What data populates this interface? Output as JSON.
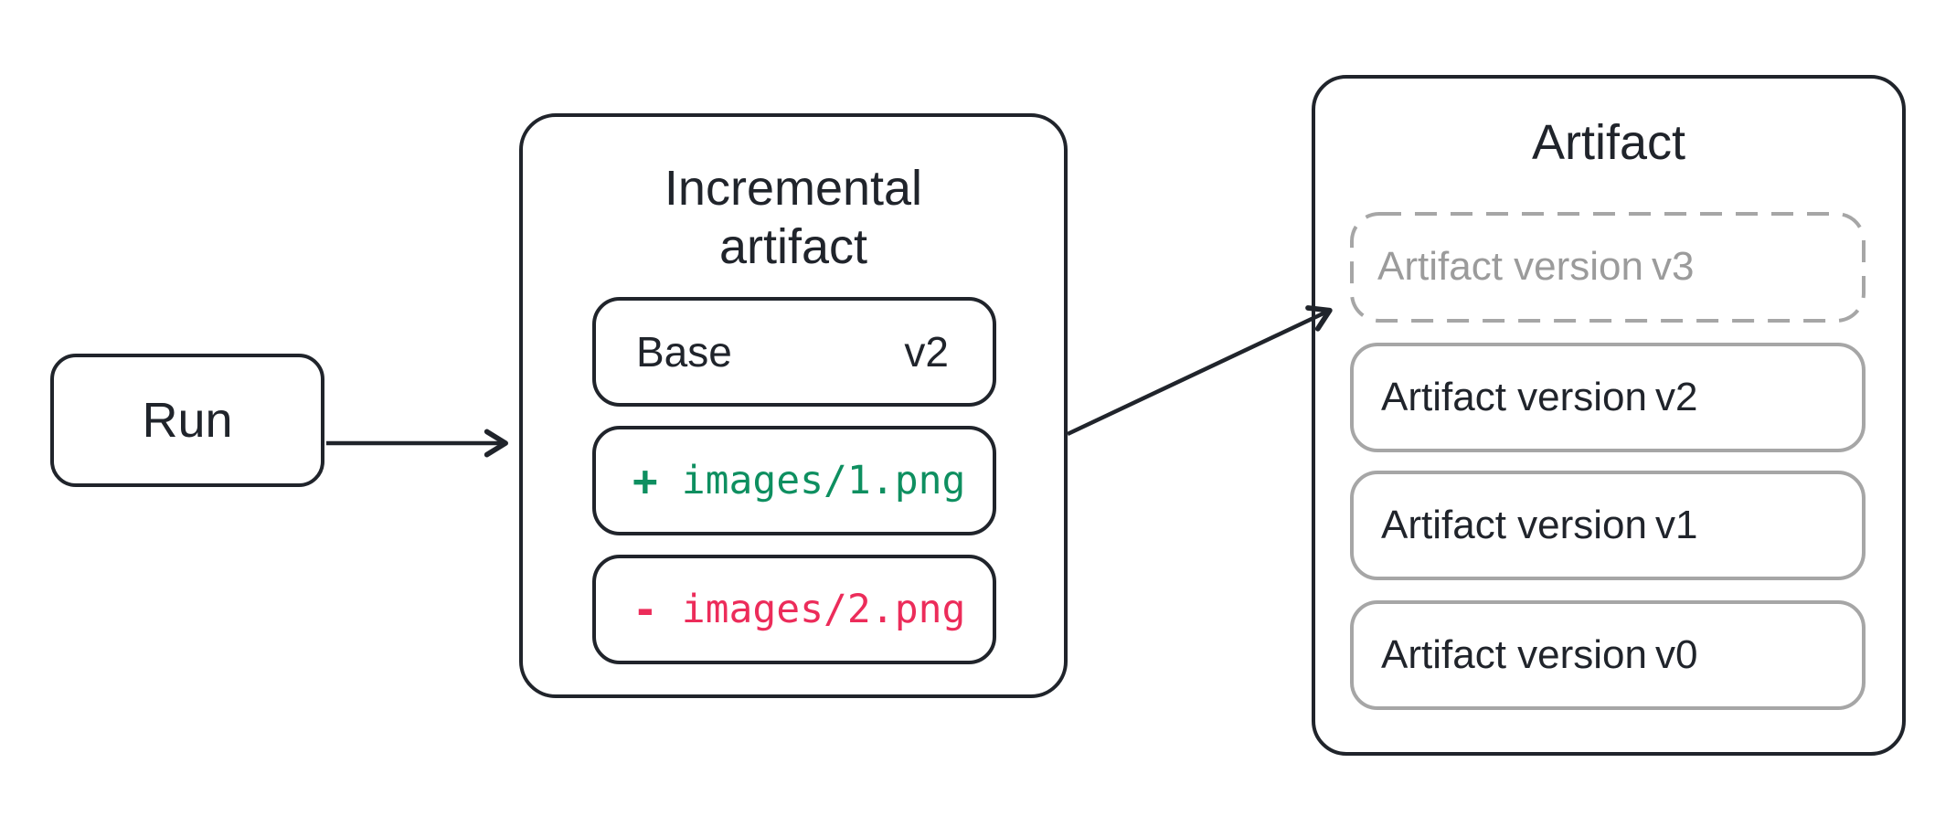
{
  "diagram": {
    "run": {
      "label": "Run"
    },
    "incremental": {
      "title_line1": "Incremental",
      "title_line2": "artifact",
      "base": {
        "label": "Base",
        "version": "v2"
      },
      "added": {
        "sign": "+",
        "path": "images/1.png"
      },
      "removed": {
        "sign": "-",
        "path": "images/2.png"
      }
    },
    "artifact": {
      "title": "Artifact",
      "versions": [
        {
          "label": "Artifact version",
          "version": "v3",
          "state": "pending"
        },
        {
          "label": "Artifact version",
          "version": "v2",
          "state": "committed"
        },
        {
          "label": "Artifact version",
          "version": "v1",
          "state": "committed"
        },
        {
          "label": "Artifact version",
          "version": "v0",
          "state": "committed"
        }
      ]
    },
    "colors": {
      "ink": "#20242b",
      "added_green": "#0e8f60",
      "removed_red": "#ec2c5a",
      "gray_border": "#a6a6a6",
      "gray_text": "#9b9b9b",
      "background": "#ffffff"
    }
  }
}
